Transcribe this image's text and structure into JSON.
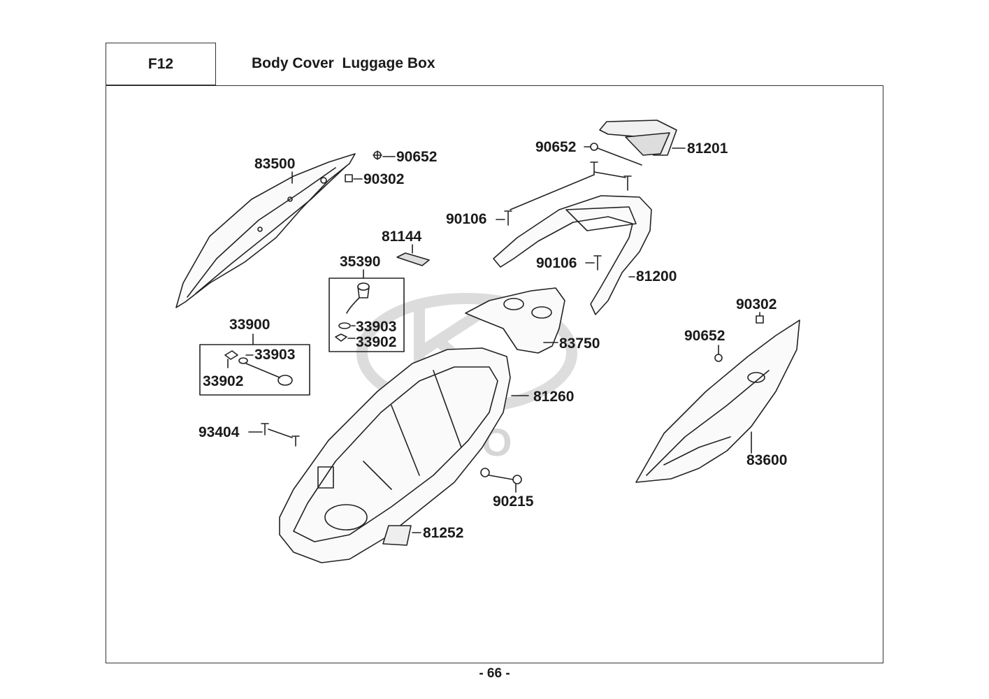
{
  "header": {
    "section_code": "F12",
    "title": "Body Cover  Luggage Box"
  },
  "watermark": {
    "text": "KYMCO",
    "color": "#d6d6d6"
  },
  "part_labels": {
    "p83500": "83500",
    "p90652_a": "90652",
    "p90302_a": "90302",
    "p81144": "81144",
    "p35390": "35390",
    "p33903_a": "33903",
    "p33902_a": "33902",
    "p33900": "33900",
    "p33903_b": "33903",
    "p33902_b": "33902",
    "p93404": "93404",
    "p81260": "81260",
    "p83750": "83750",
    "p90652_b": "90652",
    "p81201": "81201",
    "p90106_a": "90106",
    "p90106_b": "90106",
    "p81200": "81200",
    "p90302_b": "90302",
    "p90652_c": "90652",
    "p83600": "83600",
    "p90215": "90215",
    "p81252": "81252"
  },
  "footer": {
    "page_number": "- 66 -"
  }
}
